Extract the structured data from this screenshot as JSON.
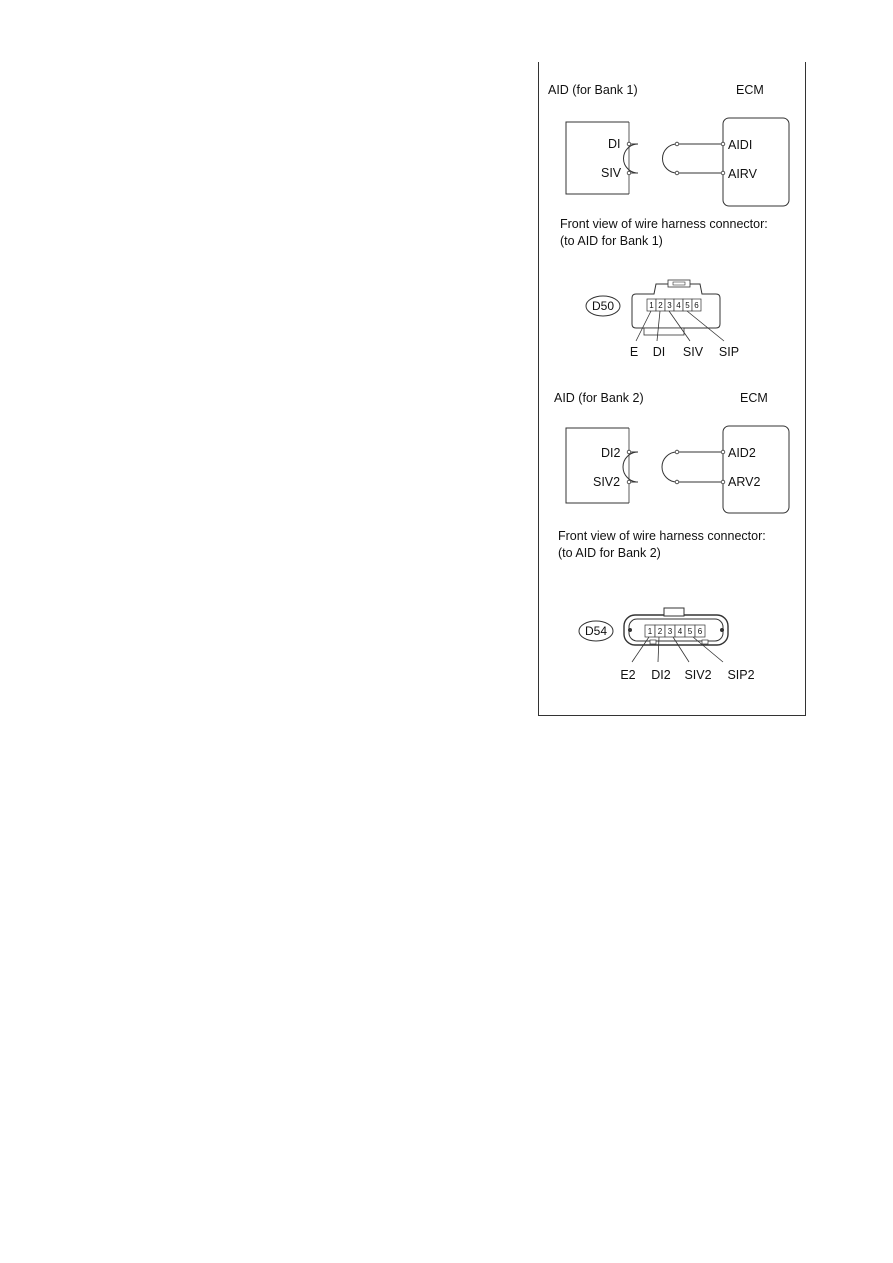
{
  "bank1": {
    "left_title": "AID (for Bank 1)",
    "right_title": "ECM",
    "left_terminals": [
      "DI",
      "SIV"
    ],
    "right_terminals": [
      "AIDI",
      "AIRV"
    ],
    "caption_line1": "Front view of wire harness connector:",
    "caption_line2": "(to AID for Bank 1)",
    "connector_id": "D50",
    "pins": [
      "1",
      "2",
      "3",
      "4",
      "5",
      "6"
    ],
    "pin_labels": [
      "E",
      "DI",
      "SIV",
      "SIP"
    ]
  },
  "bank2": {
    "left_title": "AID (for Bank 2)",
    "right_title": "ECM",
    "left_terminals": [
      "DI2",
      "SIV2"
    ],
    "right_terminals": [
      "AID2",
      "ARV2"
    ],
    "caption_line1": "Front view of wire harness connector:",
    "caption_line2": "(to AID for Bank 2)",
    "connector_id": "D54",
    "pins": [
      "1",
      "2",
      "3",
      "4",
      "5",
      "6"
    ],
    "pin_labels": [
      "E2",
      "DI2",
      "SIV2",
      "SIP2"
    ]
  }
}
